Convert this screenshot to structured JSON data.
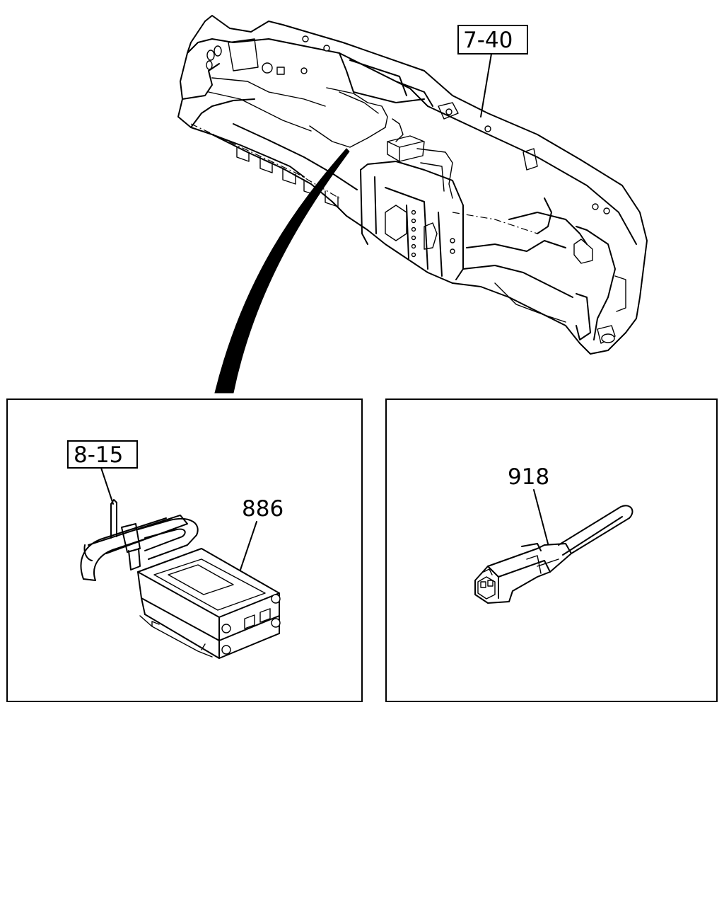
{
  "callouts": {
    "ref_7_40": "7-40",
    "ref_8_15": "8-15",
    "part_886": "886",
    "part_918": "918"
  },
  "icons": [
    "instrument-panel-frame",
    "control-unit-module",
    "harness-connector"
  ]
}
